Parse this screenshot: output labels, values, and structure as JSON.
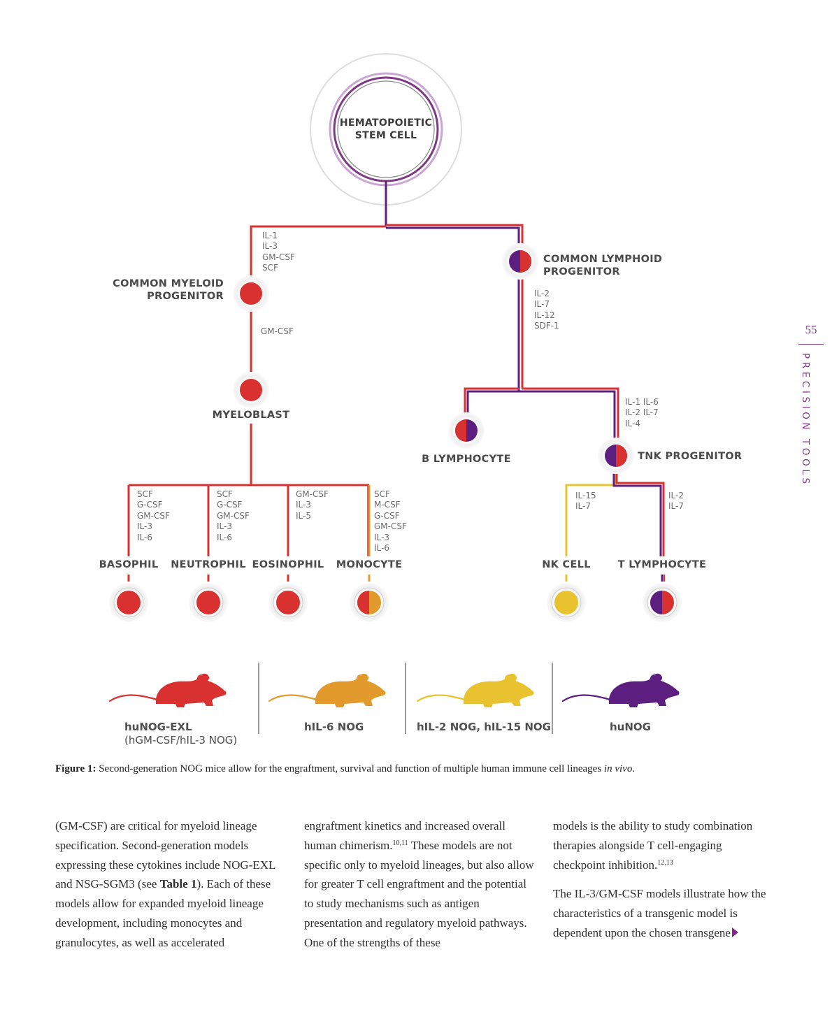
{
  "diagram": {
    "stem_cell": "HEMATOPOIETIC\nSTEM CELL",
    "common_myeloid": "COMMON MYELOID\nPROGENITOR",
    "common_lymphoid": "COMMON LYMPHOID\nPROGENITOR",
    "myeloblast": "MYELOBLAST",
    "b_lymphocyte": "B LYMPHOCYTE",
    "tnk_progenitor": "TNK PROGENITOR",
    "basophil": "BASOPHIL",
    "neutrophil": "NEUTROPHIL",
    "eosinophil": "EOSINOPHIL",
    "monocyte": "MONOCYTE",
    "nk_cell": "NK CELL",
    "t_lymphocyte": "T LYMPHOCYTE",
    "cytokines": {
      "to_myeloid": [
        "IL-1",
        "IL-3",
        "GM-CSF",
        "SCF"
      ],
      "to_myeloblast": [
        "GM-CSF"
      ],
      "lymphoid": [
        "IL-2",
        "IL-7",
        "IL-12",
        "SDF-1"
      ],
      "tnk": [
        "IL-1  IL-6",
        "IL-2  IL-7",
        "IL-4"
      ],
      "basophil": [
        "SCF",
        "G-CSF",
        "GM-CSF",
        "IL-3",
        "IL-6"
      ],
      "neutrophil": [
        "SCF",
        "G-CSF",
        "GM-CSF",
        "IL-3",
        "IL-6"
      ],
      "eosinophil": [
        "GM-CSF",
        "IL-3",
        "IL-5"
      ],
      "monocyte": [
        "SCF",
        "M-CSF",
        "G-CSF",
        "GM-CSF",
        "IL-3",
        "IL-6"
      ],
      "nk": [
        "IL-15",
        "IL-7"
      ],
      "t_cell": [
        "IL-2",
        "IL-7"
      ]
    }
  },
  "mice": [
    {
      "label": "huNOG-EXL",
      "sub": "(hGM-CSF/hIL-3 NOG)",
      "color": "#d8312f"
    },
    {
      "label": "hIL-6 NOG",
      "sub": "",
      "color": "#e39a2d"
    },
    {
      "label": "hIL-2 NOG, hIL-15 NOG",
      "sub": "",
      "color": "#e9c230"
    },
    {
      "label": "huNOG",
      "sub": "",
      "color": "#5c1f80"
    }
  ],
  "caption": {
    "label": "Figure 1:",
    "text": " Second-generation NOG mice allow for the engraftment, survival and function of multiple human immune cell lineages ",
    "italic": "in vivo",
    "end": "."
  },
  "body": {
    "col1": {
      "p1": "(GM-CSF) are critical for myeloid lineage specification. Second-generation models expressing these cytokines include NOG-EXL and NSG-SGM3 (see ",
      "table_ref": "Table 1",
      "p1b": "). Each of these models allow for expanded myeloid lineage development, including monocytes and granulocytes, as well as accelerated"
    },
    "col2": {
      "p1": "engraftment kinetics and increased overall human chimerism.",
      "ref1": "10,11",
      "p1b": " These models are not specific only to myeloid lineages, but also allow for greater T cell engraftment and the potential to study mechanisms such as antigen presentation and regulatory myeloid pathways. One of the strengths of these"
    },
    "col3": {
      "p1": "models is the ability to study combination therapies alongside T cell-engaging checkpoint inhibition.",
      "ref1": "12,13",
      "p2": "The IL-3/GM-CSF models illustrate how the characteristics of a transgenic model is dependent upon the chosen transgene"
    }
  },
  "page_number": "55",
  "section": "PRECISION TOOLS",
  "colors": {
    "red": "#d8312f",
    "purple": "#5c1f80",
    "orange": "#e39a2d",
    "yellow": "#e9c230",
    "accent": "#7d3a83"
  }
}
